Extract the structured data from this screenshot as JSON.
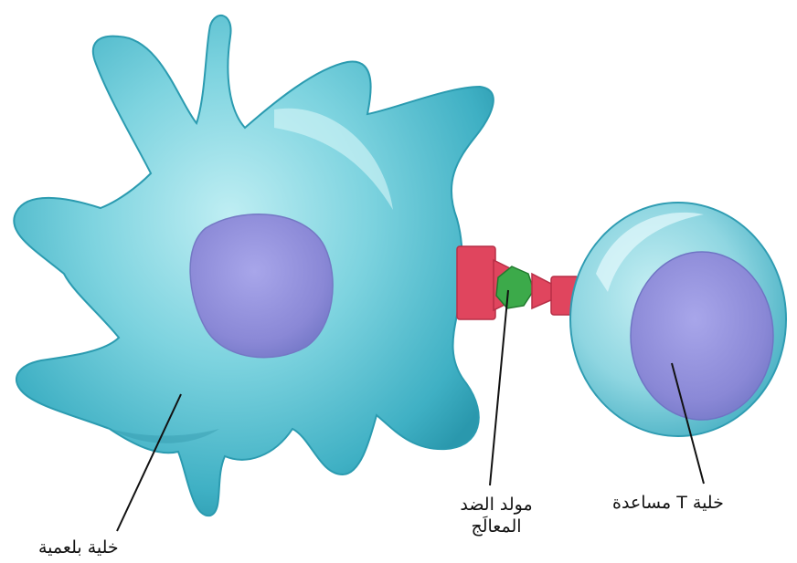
{
  "labels": {
    "macrophage": "خلية بلعمية",
    "antigen_line1": "مولد الضد",
    "antigen_line2": "المعالَج",
    "helper_t_cell": "خلية T مساعدة"
  },
  "colors": {
    "cell_body": "#5fc4d4",
    "nucleus": "#8a8fd8",
    "receptor": "#e0455e",
    "antigen": "#3caa4a"
  }
}
